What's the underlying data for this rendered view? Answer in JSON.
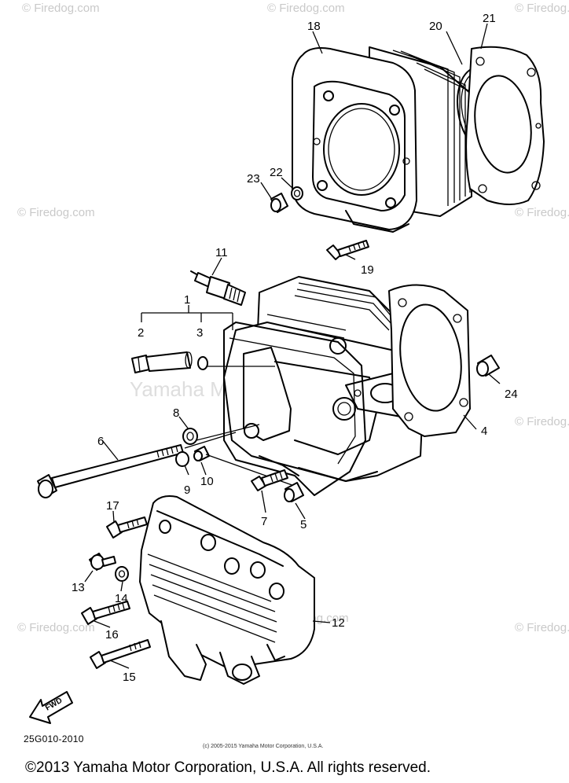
{
  "watermark": {
    "text": "© Firedog.com",
    "center_text": "Yamaha Motor Corporation, U.S.A."
  },
  "callouts": [
    "18",
    "20",
    "21",
    "23",
    "22",
    "19",
    "11",
    "1",
    "2",
    "3",
    "24",
    "8",
    "6",
    "4",
    "10",
    "9",
    "7",
    "5",
    "17",
    "13",
    "14",
    "12",
    "16",
    "15"
  ],
  "fwd_label": "FWD",
  "part_code": "25G010-2010",
  "small_copyright": "(c) 2005-2015 Yamaha Motor Corporation, U.S.A.",
  "footer": "©2013 Yamaha Motor Corporation, U.S.A. All rights reserved.",
  "colors": {
    "line": "#000000",
    "watermark": "#c9c9c9",
    "background": "#ffffff"
  }
}
